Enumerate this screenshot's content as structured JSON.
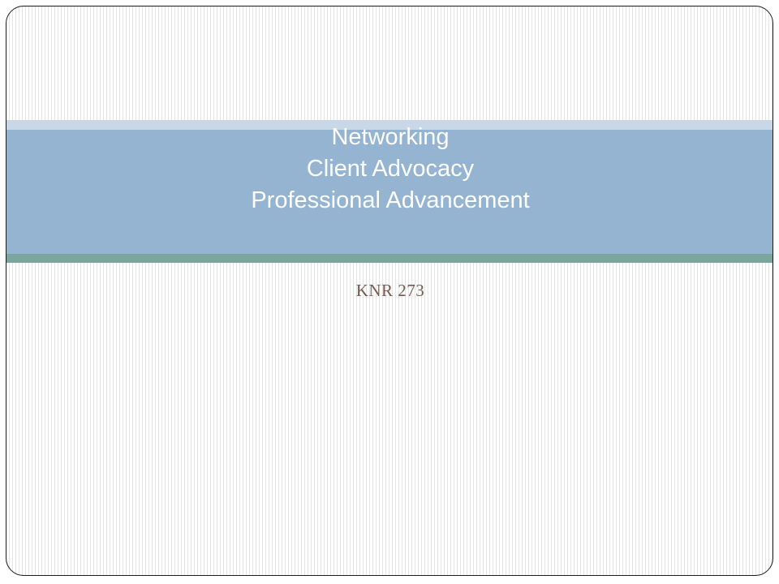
{
  "slide": {
    "title_lines": [
      "Networking",
      "Client Advocacy",
      "Professional Advancement"
    ],
    "subtitle": "KNR 273"
  },
  "colors": {
    "title_band": "#94b4d2",
    "title_band_top": "#c9d7e6",
    "title_band_bottom": "#7aa69d",
    "title_text": "#ffffff",
    "subtitle_text": "#7a5a4e"
  }
}
